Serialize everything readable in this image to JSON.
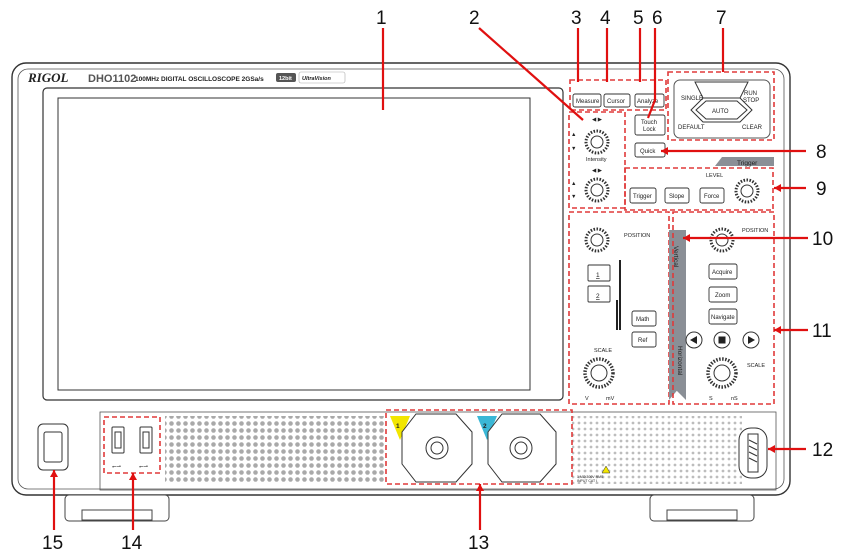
{
  "device": {
    "brand": "RIGOL",
    "model": "DHO1102",
    "spec": "100MHz  DIGITAL OSCILLOSCOPE  2GSa/s",
    "bits": "12bit",
    "series_logo": "UltraVision"
  },
  "front_panel": {
    "menu_buttons": [
      "Measure",
      "Cursor",
      "Analyze"
    ],
    "run_buttons": [
      "SINGLE",
      "RUN STOP",
      "AUTO",
      "DEFAULT",
      "CLEAR"
    ],
    "touch_lock": "Touch Lock",
    "quick": "Quick",
    "intensity": "Intensity",
    "trigger_title": "Trigger",
    "trigger_buttons": [
      "Trigger",
      "Slope",
      "Force"
    ],
    "trigger_level": "LEVEL",
    "vertical_title": "Vertical",
    "vertical_position": "POSITION",
    "vertical_channels": [
      "1",
      "2"
    ],
    "vertical_buttons": [
      "Math",
      "Ref"
    ],
    "vertical_scale": "SCALE",
    "vertical_units": [
      "V",
      "mV"
    ],
    "horizontal_title": "Horizontal",
    "horizontal_position": "POSITION",
    "horizontal_buttons": [
      "Acquire",
      "Zoom",
      "Navigate"
    ],
    "horizontal_scale": "SCALE",
    "horizontal_units": [
      "S",
      "nS"
    ],
    "channel_labels": [
      "1",
      "2"
    ],
    "input_note": "1 MΩ 300V RMS INPUT\nCAT I"
  },
  "callouts": [
    "1",
    "2",
    "3",
    "4",
    "5",
    "6",
    "7",
    "8",
    "9",
    "10",
    "11",
    "12",
    "13",
    "14",
    "15"
  ],
  "colors": {
    "annotation": "#e01010",
    "channel_1": "#f2e600",
    "channel_2": "#3ab7d6",
    "trigger_tab": "#8a8f96"
  }
}
